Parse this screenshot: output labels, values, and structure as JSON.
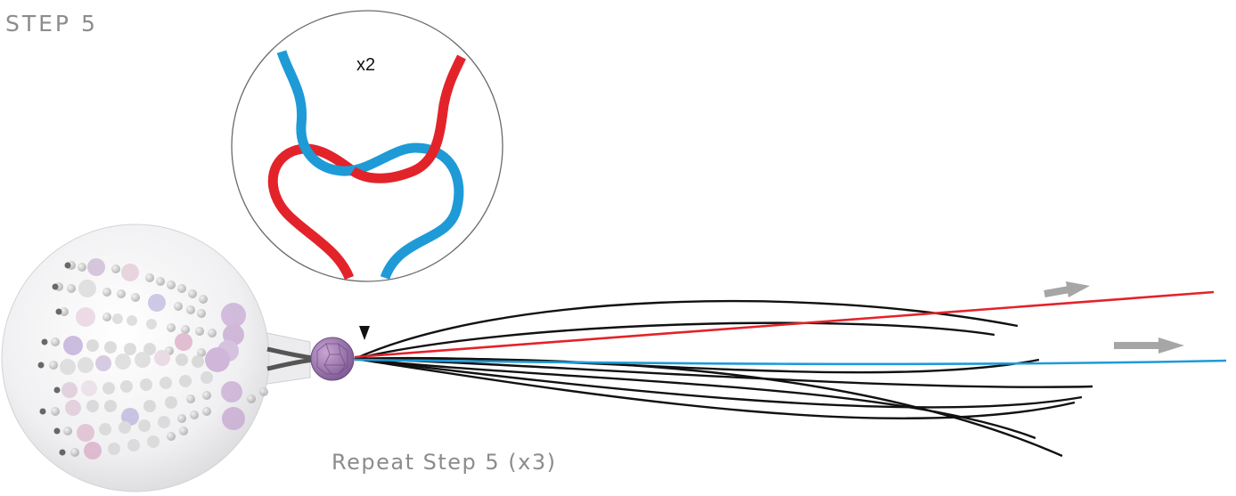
{
  "title": "STEP 5",
  "inset_multiplier": "x2",
  "repeat_note": "Repeat Step 5 (x3)",
  "colors": {
    "strand_red": "#e3232a",
    "strand_blue": "#1e9bd7",
    "cord_black": "#111111",
    "arrow_gray": "#a6a6a6",
    "bead_purple": "#9a70a8",
    "bead_gray": "#b5b5b5"
  },
  "icons": [
    "arrow-right-icon",
    "arrow-right-icon",
    "pointer-triangle-icon"
  ]
}
